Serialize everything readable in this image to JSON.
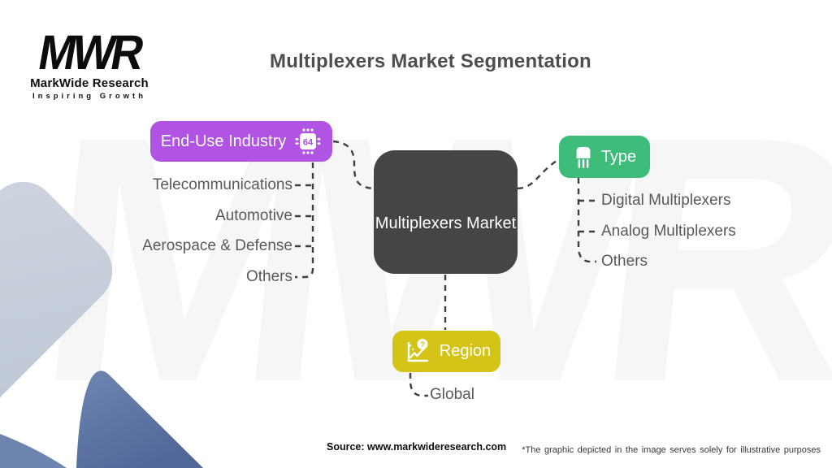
{
  "title": "Multiplexers Market Segmentation",
  "logo": {
    "acronym": "MWR",
    "name": "MarkWide Research",
    "tagline": "Inspiring Growth"
  },
  "watermark": "MWR",
  "center_node": {
    "label": "Multiplexers Market",
    "color": "#454545"
  },
  "segments": {
    "end_use": {
      "label": "End-Use Industry",
      "icon": "chip-64-icon",
      "icon_text": "64",
      "color": "#b154e3",
      "items": [
        "Telecommunications",
        "Automotive",
        "Aerospace & Defense",
        "Others"
      ]
    },
    "type": {
      "label": "Type",
      "icon": "transistor-icon",
      "color": "#3ebd7a",
      "items": [
        "Digital Multiplexers",
        "Analog Multiplexers",
        "Others"
      ]
    },
    "region": {
      "label": "Region",
      "icon": "chart-question-icon",
      "icon_text": "?",
      "color": "#d3c417",
      "items": [
        "Global"
      ]
    }
  },
  "footer": {
    "source": "Source: www.markwideresearch.com",
    "disclaimer": "*The graphic depicted in the image serves solely for illustrative purposes"
  },
  "colors": {
    "connector": "#3f3f3f",
    "item_text": "#595959",
    "title_text": "#4d4d4d",
    "decor_dark_blue": "#5d76a6",
    "decor_corner_blue": "#6d85af",
    "decor_light_blue": "#c9d0dc"
  }
}
